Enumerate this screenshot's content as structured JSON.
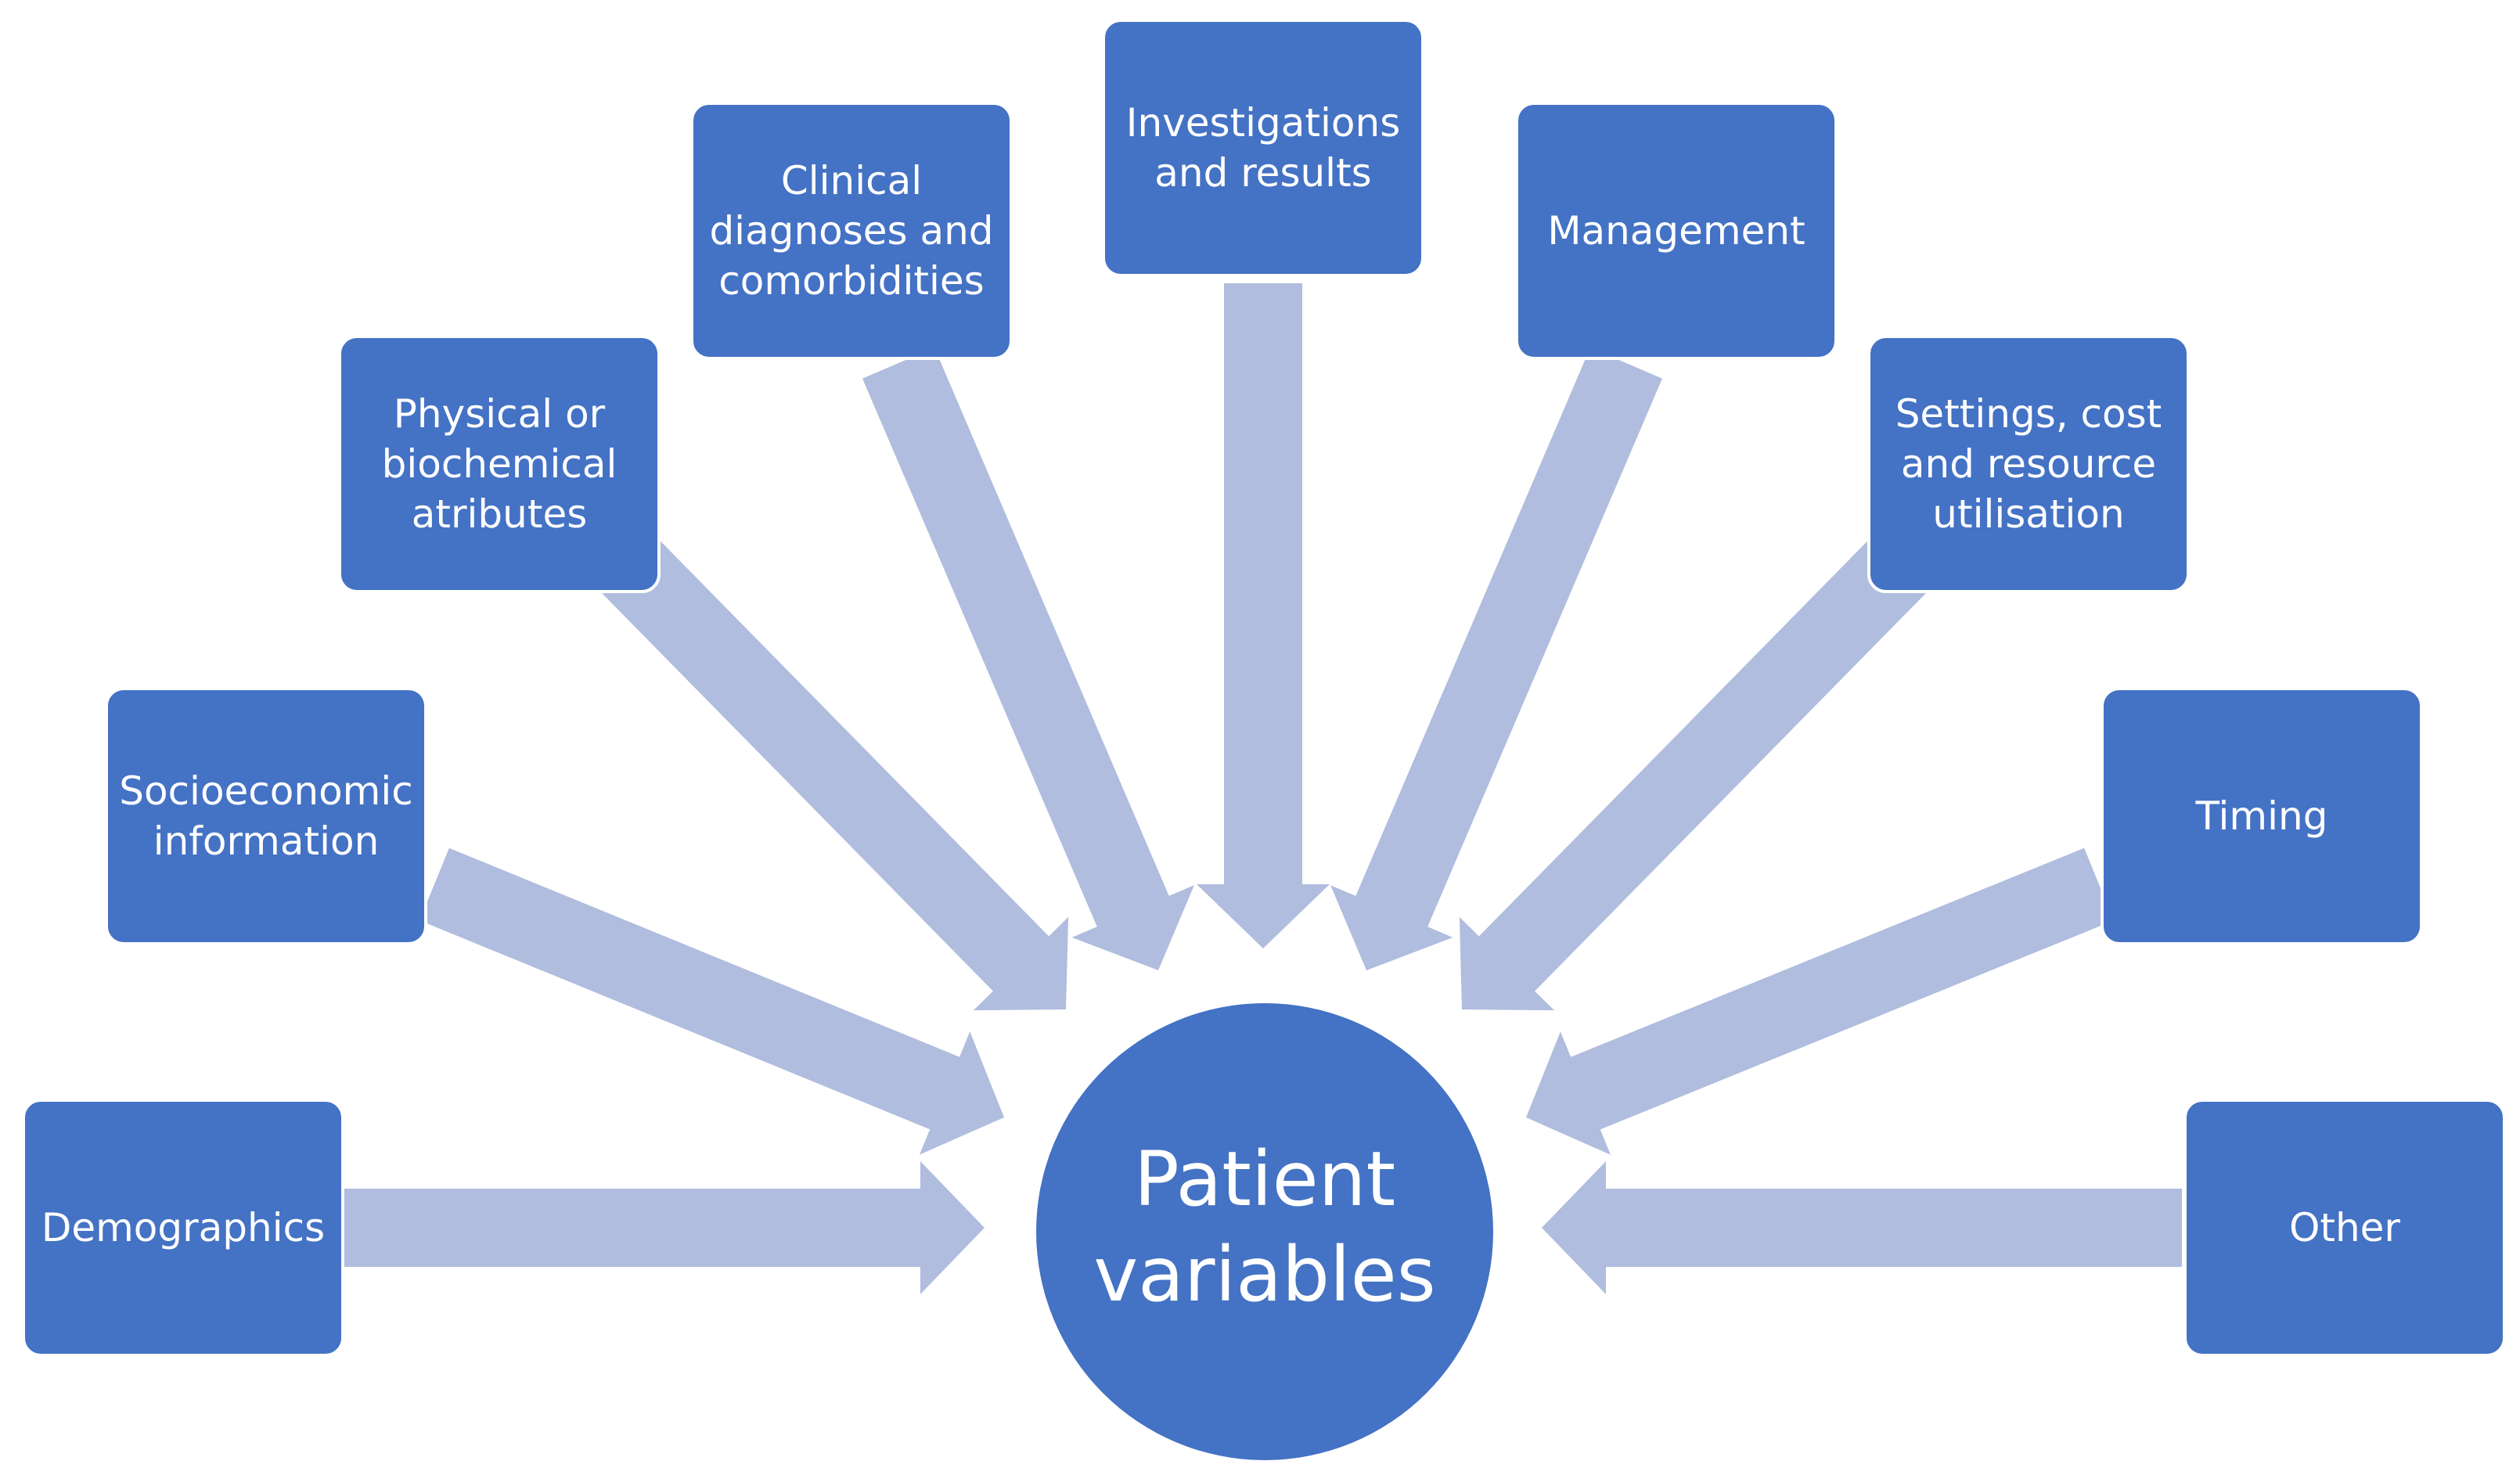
{
  "colors": {
    "box_fill": "#4472C4",
    "arrow_fill": "#B0BDDE",
    "text": "#FFFFFF",
    "background": "#FFFFFF"
  },
  "center": {
    "lines": [
      "Patient",
      "variables"
    ]
  },
  "boxes": [
    {
      "id": "demographics",
      "lines": [
        "Demographics"
      ]
    },
    {
      "id": "socioeconomic",
      "lines": [
        "Socioeconomic",
        "information"
      ]
    },
    {
      "id": "physical",
      "lines": [
        "Physical or",
        "biochemical",
        "atributes"
      ]
    },
    {
      "id": "clinical",
      "lines": [
        "Clinical",
        "diagnoses and",
        "comorbidities"
      ]
    },
    {
      "id": "investigations",
      "lines": [
        "Investigations",
        "and results"
      ]
    },
    {
      "id": "management",
      "lines": [
        "Management"
      ]
    },
    {
      "id": "settings",
      "lines": [
        "Settings, cost",
        "and resource",
        "utilisation"
      ]
    },
    {
      "id": "timing",
      "lines": [
        "Timing"
      ]
    },
    {
      "id": "other",
      "lines": [
        "Other"
      ]
    }
  ]
}
